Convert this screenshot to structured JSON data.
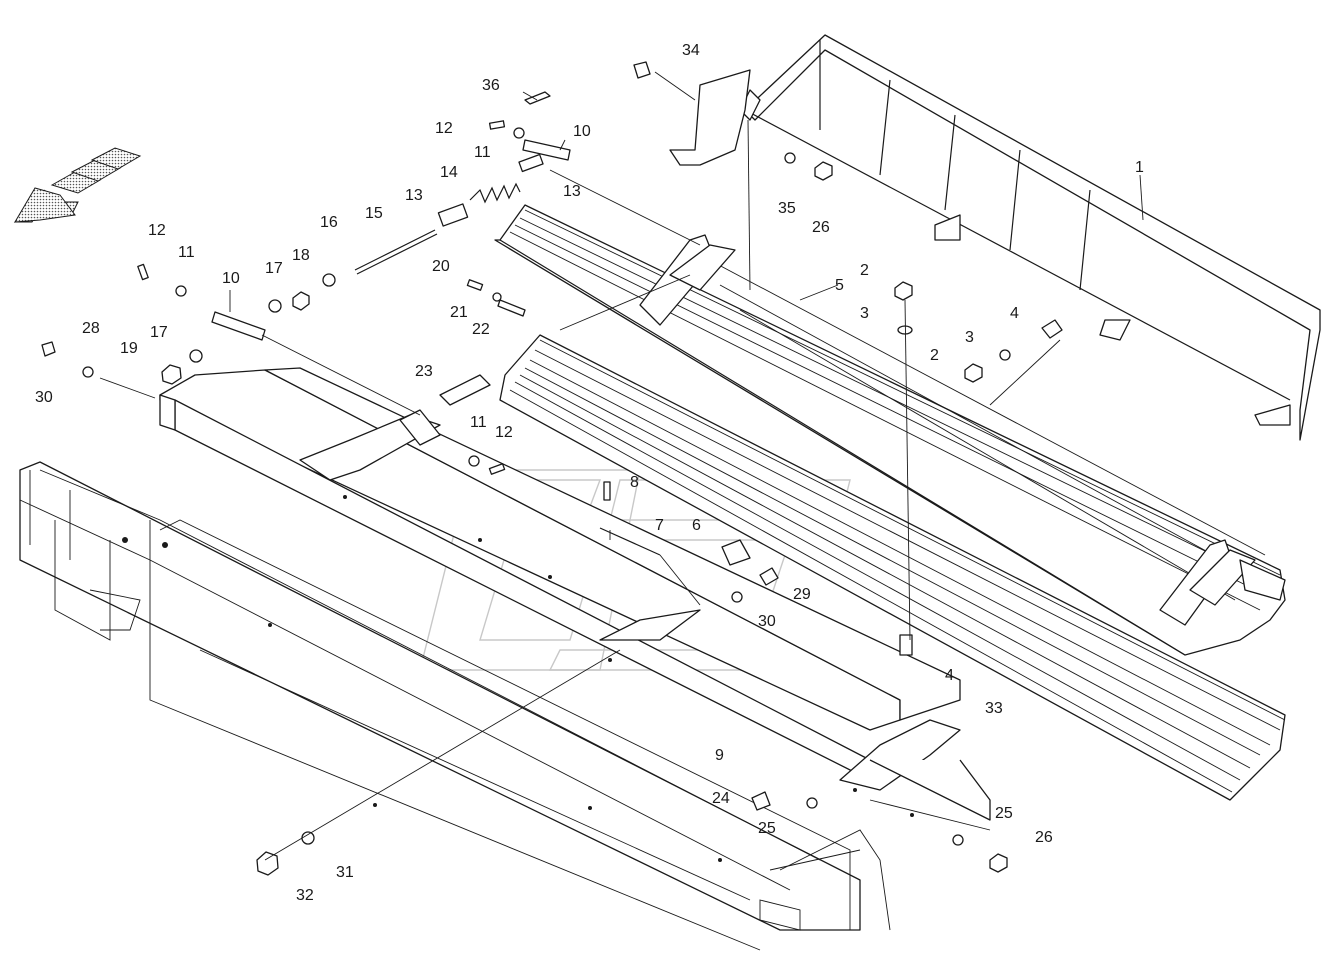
{
  "callouts": [
    {
      "label": "1"
    },
    {
      "label": "2"
    },
    {
      "label": "2"
    },
    {
      "label": "3"
    },
    {
      "label": "3"
    },
    {
      "label": "4"
    },
    {
      "label": "4"
    },
    {
      "label": "5"
    },
    {
      "label": "6"
    },
    {
      "label": "7"
    },
    {
      "label": "8"
    },
    {
      "label": "9"
    },
    {
      "label": "10"
    },
    {
      "label": "10"
    },
    {
      "label": "11"
    },
    {
      "label": "11"
    },
    {
      "label": "11"
    },
    {
      "label": "12"
    },
    {
      "label": "12"
    },
    {
      "label": "12"
    },
    {
      "label": "13"
    },
    {
      "label": "13"
    },
    {
      "label": "14"
    },
    {
      "label": "15"
    },
    {
      "label": "16"
    },
    {
      "label": "17"
    },
    {
      "label": "17"
    },
    {
      "label": "18"
    },
    {
      "label": "19"
    },
    {
      "label": "20"
    },
    {
      "label": "21"
    },
    {
      "label": "22"
    },
    {
      "label": "23"
    },
    {
      "label": "24"
    },
    {
      "label": "25"
    },
    {
      "label": "25"
    },
    {
      "label": "26"
    },
    {
      "label": "26"
    },
    {
      "label": "28"
    },
    {
      "label": "29"
    },
    {
      "label": "30"
    },
    {
      "label": "30"
    },
    {
      "label": "31"
    },
    {
      "label": "32"
    },
    {
      "label": "33"
    },
    {
      "label": "34"
    },
    {
      "label": "35"
    },
    {
      "label": "36"
    }
  ],
  "colors": {
    "ink": "#1a1a1a",
    "watermark": "#c8c8c8",
    "arrow_fill": "#9a9a9a"
  },
  "icons": {
    "direction_arrow": "travel-direction-arrow-icon"
  }
}
